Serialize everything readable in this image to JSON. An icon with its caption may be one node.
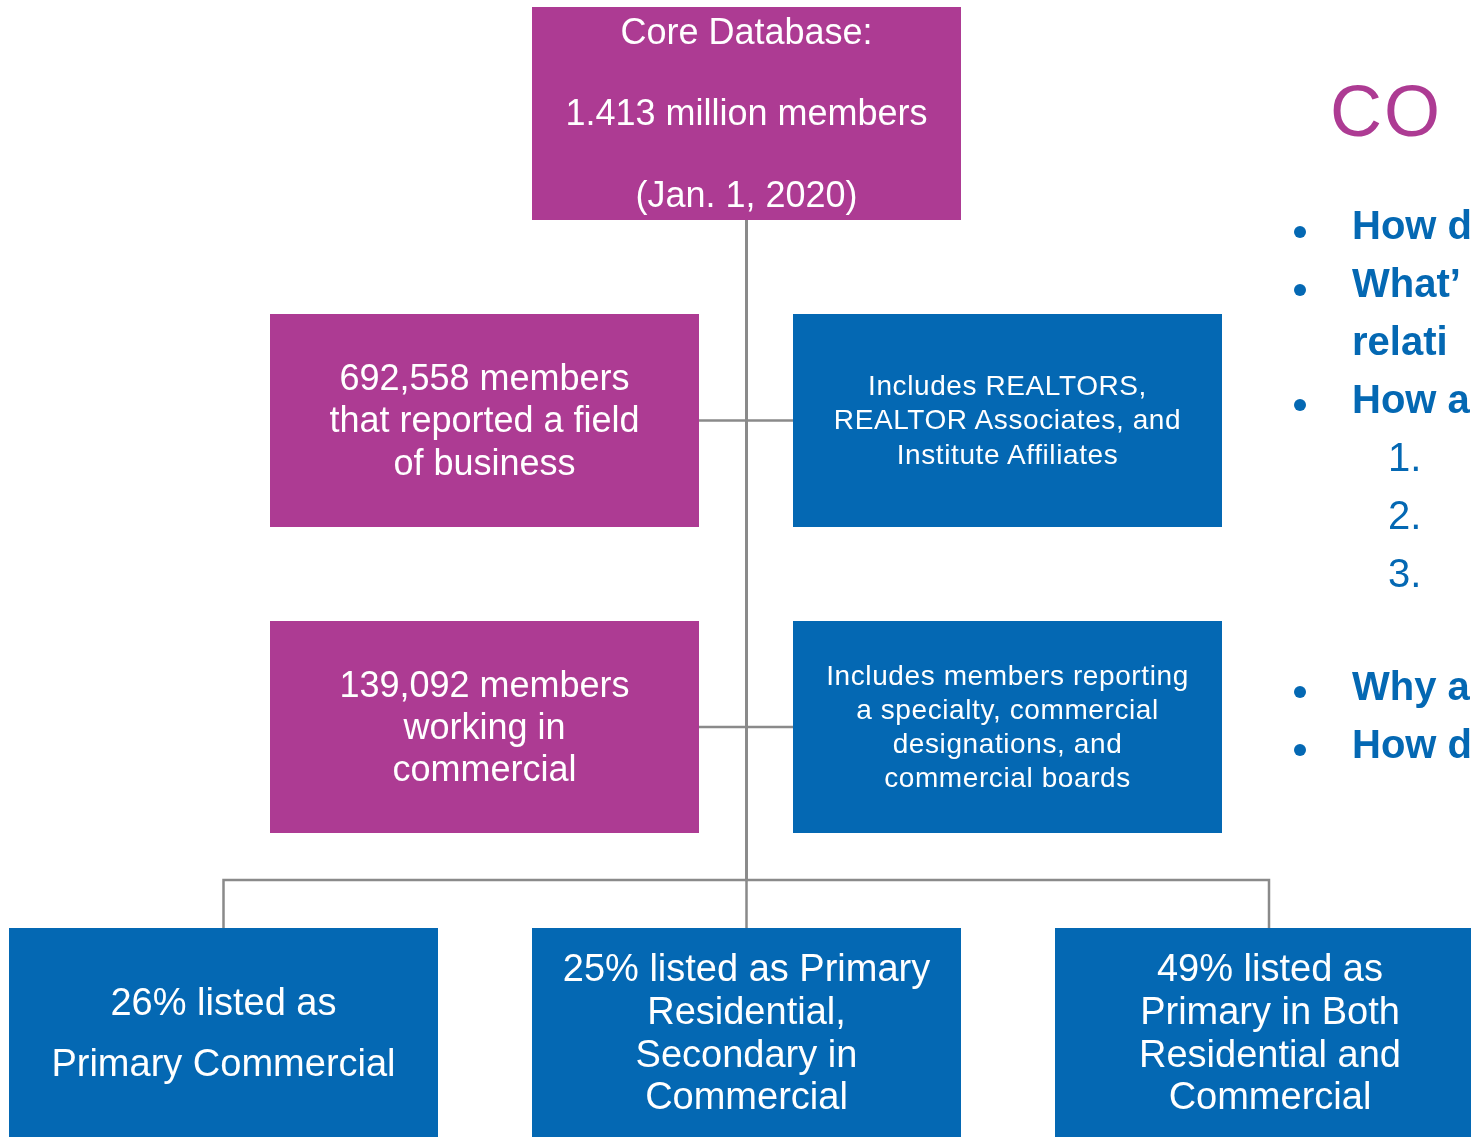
{
  "diagram": {
    "nodes": [
      {
        "text": [
          "Core Database:",
          "1.413 million members",
          "(Jan. 1, 2020)"
        ]
      },
      {
        "text": [
          "692,558 members that reported a field of business"
        ]
      },
      {
        "text": [
          "Includes REALTORS, REALTOR Associates, and Institute Affiliates"
        ]
      },
      {
        "text": [
          "139,092 members working in commercial"
        ]
      },
      {
        "text": [
          "Includes members reporting a specialty, commercial designations, and commercial boards"
        ]
      },
      {
        "text": [
          "26% listed as",
          "Primary Commercial"
        ]
      },
      {
        "text": [
          "25% listed as Primary Residential, Secondary in Commercial"
        ]
      },
      {
        "text": [
          "49% listed as Primary in Both Residential and Commercial"
        ]
      }
    ],
    "edges": [
      {
        "from": 0,
        "to": 1,
        "arrow": "none"
      },
      {
        "from": 0,
        "to": 2,
        "arrow": "none"
      },
      {
        "from": 0,
        "to": 3,
        "arrow": "none"
      },
      {
        "from": 0,
        "to": 4,
        "arrow": "none"
      },
      {
        "from": 0,
        "to": 5,
        "arrow": "none"
      },
      {
        "from": 0,
        "to": 6,
        "arrow": "none"
      },
      {
        "from": 0,
        "to": 7,
        "arrow": "none"
      }
    ],
    "labels": [
      "CO",
      "How d",
      "What’",
      "relati",
      "How a",
      "1.",
      "2.",
      "3.",
      "Why a",
      "How d"
    ]
  }
}
